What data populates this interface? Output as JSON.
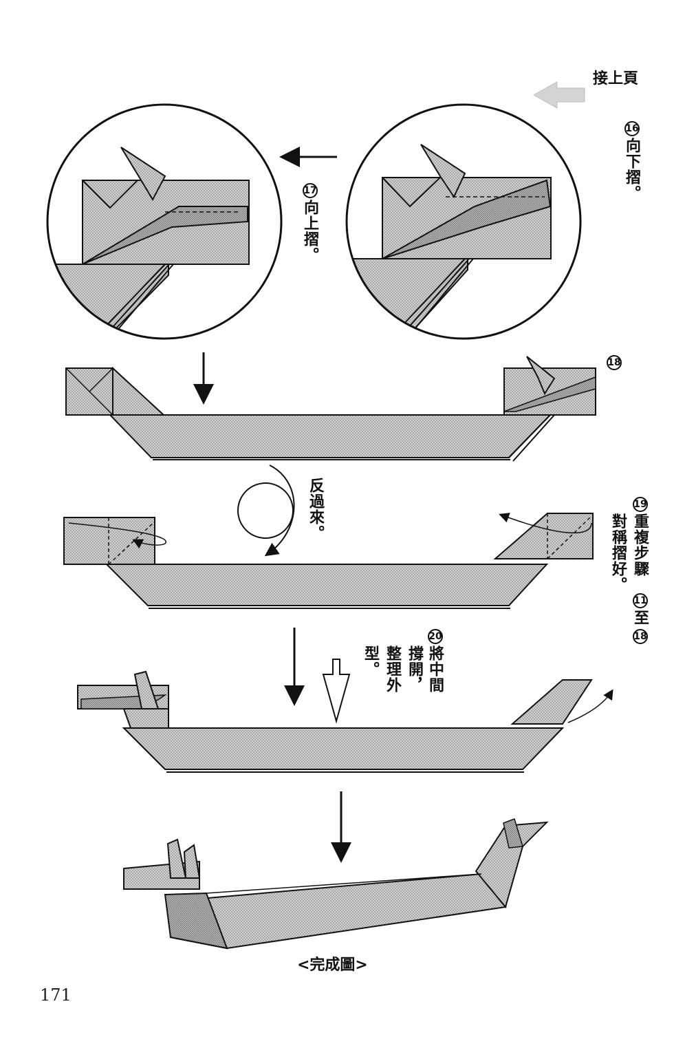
{
  "header": {
    "continued_label": "接上頁"
  },
  "steps": [
    {
      "number": "16",
      "text": "向下摺。"
    },
    {
      "number": "17",
      "text": "向上摺。"
    },
    {
      "number": "18",
      "text": ""
    },
    {
      "number": "19",
      "text_line1": "重複步驟",
      "text_ref_a": "11",
      "text_mid": "至",
      "text_ref_b": "18",
      "text_line2": "對稱摺好。"
    },
    {
      "number": "20",
      "text_line1": "將中間",
      "text_line2": "撐開，",
      "text_line3": "整理外",
      "text_line4": "型。"
    }
  ],
  "turn_over_label": "反過來。",
  "finished_label": "<完成圖>",
  "page_number": "171",
  "colors": {
    "paper_gray": "#c8c8c8",
    "paper_dark": "#a9a9a9",
    "ink": "#111111",
    "hint_arrow": "#d0d0d0"
  }
}
